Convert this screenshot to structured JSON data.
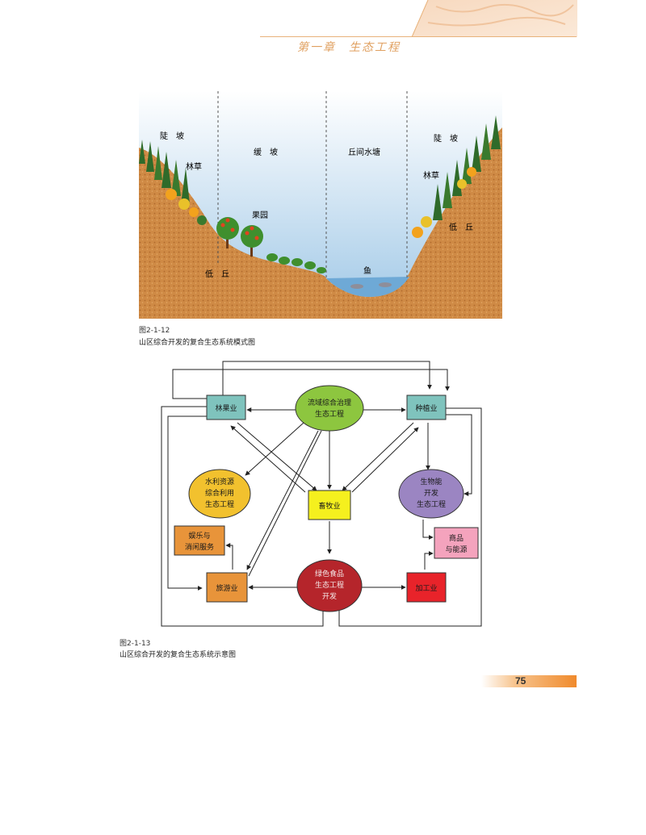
{
  "header": {
    "chapter_title": "第一章　生态工程"
  },
  "figure_1": {
    "number": "图2-1-12",
    "caption": "山区综合开发的复合生态系统模式图",
    "labels": {
      "steep_left": "陡　坡",
      "forest_grass_left": "林草",
      "gentle_slope": "缓　坡",
      "orchard": "果园",
      "hill_pond": "丘间水塘",
      "fish": "鱼",
      "steep_right": "陡　坡",
      "forest_grass_right": "林草",
      "hill_left": "低　丘",
      "hill_right": "低　丘"
    }
  },
  "figure_2": {
    "number": "图2-1-13",
    "caption": "山区综合开发的复合生态系统示意图",
    "nodes": {
      "forestry": "林果业",
      "watershed": [
        "流域综合治理",
        "生态工程"
      ],
      "planting": "种植业",
      "water": [
        "水利资源",
        "综合利用",
        "生态工程"
      ],
      "livestock": "畜牧业",
      "bioenergy": [
        "生物能",
        "开发",
        "生态工程"
      ],
      "entertainment": [
        "娱乐与",
        "消闲服务"
      ],
      "goods": [
        "商品",
        "与能源"
      ],
      "tourism": "旅游业",
      "green_food": [
        "绿色食品",
        "生态工程",
        "开发"
      ],
      "processing": "加工业"
    },
    "colors": {
      "forestry": "#7fc3bd",
      "watershed": "#8dc63f",
      "planting": "#7fc3bd",
      "water": "#f2c12e",
      "livestock": "#f5f01e",
      "bioenergy": "#9b85c2",
      "entertainment": "#e8943a",
      "goods": "#f4a3bd",
      "tourism": "#e8943a",
      "green_food": "#b5252b",
      "processing": "#e8232a"
    }
  },
  "page_number": "75"
}
